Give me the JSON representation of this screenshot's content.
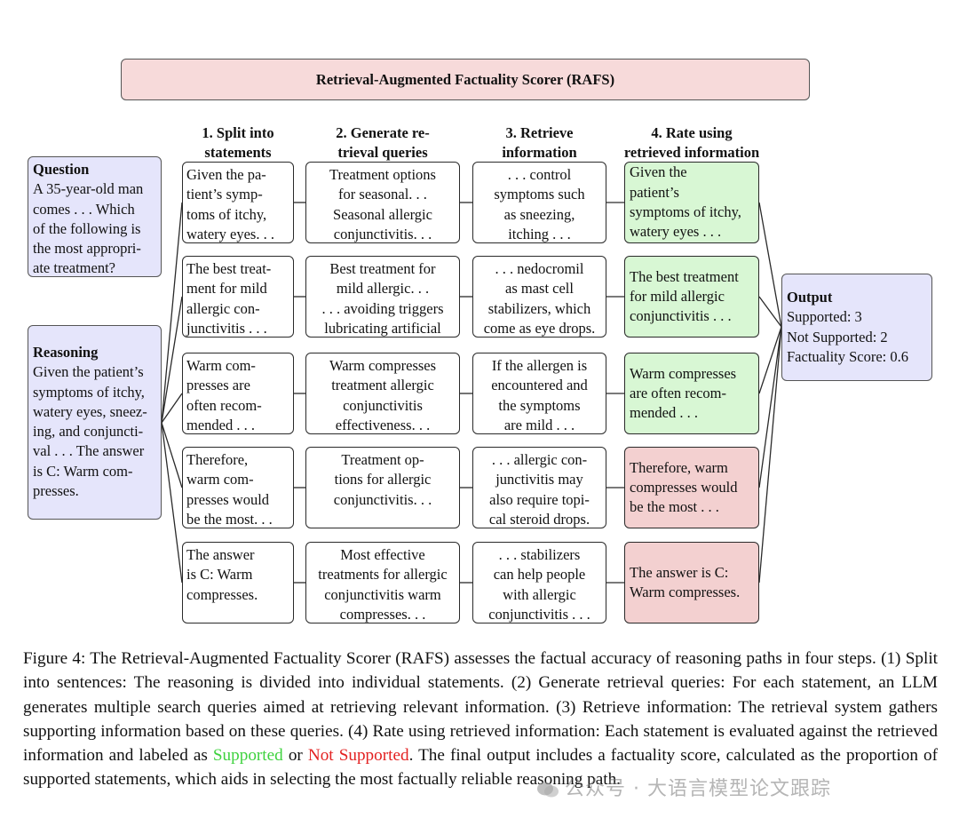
{
  "title": "Retrieval-Augmented Factuality Scorer (RAFS)",
  "headers": [
    [
      "1. Split into",
      "statements"
    ],
    [
      "2. Generate re-",
      "trieval queries"
    ],
    [
      "3. Retrieve",
      "information"
    ],
    [
      "4. Rate using",
      "retrieved information"
    ]
  ],
  "question": {
    "label": "Question",
    "lines": [
      "A 35-year-old man",
      "comes . . . Which",
      "of the following is",
      "the most appropri-",
      "ate treatment?"
    ]
  },
  "reasoning": {
    "label": "Reasoning",
    "lines": [
      "Given the patient’s",
      "symptoms of itchy,",
      "watery eyes, sneez-",
      "ing, and conjuncti-",
      "val . . . The answer",
      "is C: Warm com-",
      "presses."
    ]
  },
  "rows": [
    {
      "statement": [
        "Given the pa-",
        "tient’s symp-",
        "toms of itchy,",
        "watery eyes. . ."
      ],
      "query": [
        "Treatment options",
        "for seasonal. . .",
        "Seasonal allergic",
        "conjunctivitis. . ."
      ],
      "retrieved": [
        ". . . control",
        "symptoms such",
        "as sneezing,",
        "itching . . ."
      ],
      "rating": [
        "Given the",
        "patient’s",
        "symptoms of itchy,",
        "watery eyes . . ."
      ],
      "label": "supported",
      "color": "#d8f7d4"
    },
    {
      "statement": [
        "The best treat-",
        "ment for mild",
        "allergic con-",
        "junctivitis . . ."
      ],
      "query": [
        "Best treatment for",
        "mild allergic. . .",
        ". . . avoiding triggers",
        "lubricating artificial"
      ],
      "retrieved": [
        ". . . nedocromil",
        "as mast cell",
        "stabilizers, which",
        "come as eye drops."
      ],
      "rating": [
        "The best treatment",
        "for mild allergic",
        "conjunctivitis . . ."
      ],
      "label": "supported",
      "color": "#d8f7d4"
    },
    {
      "statement": [
        "Warm com-",
        "presses are",
        "often recom-",
        "mended . . ."
      ],
      "query": [
        "Warm compresses",
        "treatment allergic",
        "conjunctivitis",
        "effectiveness. . ."
      ],
      "retrieved": [
        "If the allergen is",
        "encountered and",
        "the symptoms",
        "are mild . . ."
      ],
      "rating": [
        "Warm compresses",
        "are often recom-",
        "mended . . ."
      ],
      "label": "supported",
      "color": "#d8f7d4"
    },
    {
      "statement": [
        "Therefore,",
        "warm com-",
        "presses would",
        "be the most. . ."
      ],
      "query": [
        "Treatment op-",
        "tions for allergic",
        "conjunctivitis. . ."
      ],
      "retrieved": [
        ". . . allergic con-",
        "junctivitis may",
        "also require topi-",
        "cal steroid drops."
      ],
      "rating": [
        "Therefore, warm",
        "compresses would",
        "be the most . . ."
      ],
      "label": "not-supported",
      "color": "#f3d0d0"
    },
    {
      "statement": [
        "The answer",
        "is C: Warm",
        "compresses."
      ],
      "query": [
        "Most effective",
        "treatments for allergic",
        "conjunctivitis warm",
        "compresses. . ."
      ],
      "retrieved": [
        ". . . stabilizers",
        "can help people",
        "with allergic",
        "conjunctivitis . . ."
      ],
      "rating": [
        "The answer is C:",
        "Warm compresses."
      ],
      "label": "not-supported",
      "color": "#f3d0d0"
    }
  ],
  "output": {
    "label": "Output",
    "supported": "Supported: 3",
    "not_supported": "Not Supported: 2",
    "score": "Factuality Score: 0.6"
  },
  "caption": {
    "part1": "Figure 4: The Retrieval-Augmented Factuality Scorer (RAFS) assesses the factual accuracy of reasoning paths in four steps. (1) Split into sentences: The reasoning is divided into individual statements. (2) Generate retrieval queries: For each statement, an LLM generates multiple search queries aimed at retrieving relevant information. (3) Retrieve information: The retrieval system gathers supporting information based on these queries. (4) Rate using retrieved information: Each statement is evaluated against the retrieved information and labeled as ",
    "supported_word": "Supported",
    "or_word": " or ",
    "not_supported_word": "Not Supported",
    "part2": ". The final output includes a factuality score, calculated as the proportion of supported statements, which aids in selecting the most factually reliable reasoning path."
  },
  "watermark": "公众号 · 大语言模型论文跟踪",
  "colors": {
    "title_bg": "#f7dada",
    "side_bg": "#e5e5fb",
    "supported": "#3fd23f",
    "not_supported": "#e32222"
  }
}
